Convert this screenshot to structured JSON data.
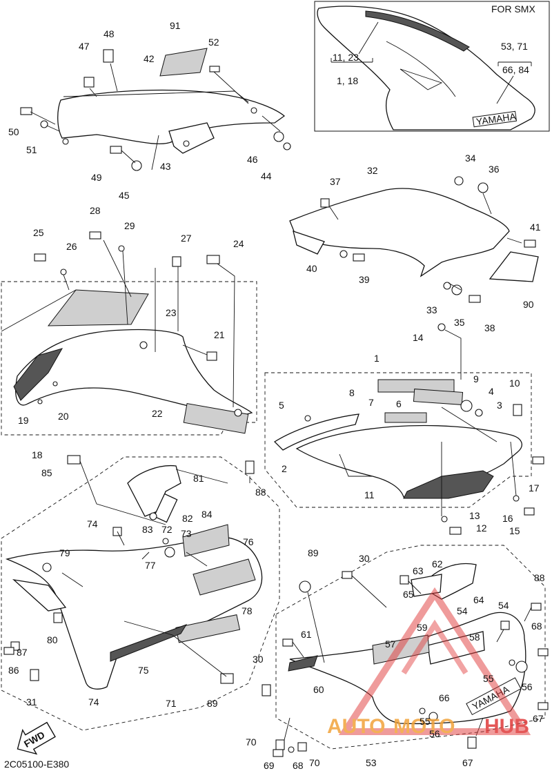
{
  "inset": {
    "title": "FOR SMX",
    "brand": "YAMAHA"
  },
  "drawing_code": "2C05100-E380",
  "fwd_label": "FWD",
  "watermark": {
    "text_auto": "AUTO",
    "text_moto": "MOTO",
    "text_hub": "HUB",
    "color_orange": "#f2a33a",
    "color_red": "#e03a3a"
  },
  "callouts": [
    {
      "id": "c-91",
      "text": "91"
    },
    {
      "id": "c-48",
      "text": "48"
    },
    {
      "id": "c-47",
      "text": "47"
    },
    {
      "id": "c-52",
      "text": "52"
    },
    {
      "id": "c-42",
      "text": "42"
    },
    {
      "id": "c-50",
      "text": "50"
    },
    {
      "id": "c-51",
      "text": "51"
    },
    {
      "id": "c-49",
      "text": "49"
    },
    {
      "id": "c-45",
      "text": "45"
    },
    {
      "id": "c-43",
      "text": "43"
    },
    {
      "id": "c-46",
      "text": "46"
    },
    {
      "id": "c-44",
      "text": "44"
    },
    {
      "id": "c-11-23",
      "text": "11, 23"
    },
    {
      "id": "c-1-18",
      "text": "1, 18"
    },
    {
      "id": "c-53-71",
      "text": "53, 71"
    },
    {
      "id": "c-66-84",
      "text": "66, 84"
    },
    {
      "id": "c-34",
      "text": "34"
    },
    {
      "id": "c-36",
      "text": "36"
    },
    {
      "id": "c-37",
      "text": "37"
    },
    {
      "id": "c-32",
      "text": "32"
    },
    {
      "id": "c-41",
      "text": "41"
    },
    {
      "id": "c-40",
      "text": "40"
    },
    {
      "id": "c-39",
      "text": "39"
    },
    {
      "id": "c-90",
      "text": "90"
    },
    {
      "id": "c-33",
      "text": "33"
    },
    {
      "id": "c-35",
      "text": "35"
    },
    {
      "id": "c-38",
      "text": "38"
    },
    {
      "id": "c-28",
      "text": "28"
    },
    {
      "id": "c-29",
      "text": "29"
    },
    {
      "id": "c-25",
      "text": "25"
    },
    {
      "id": "c-26",
      "text": "26"
    },
    {
      "id": "c-27",
      "text": "27"
    },
    {
      "id": "c-24",
      "text": "24"
    },
    {
      "id": "c-23",
      "text": "23"
    },
    {
      "id": "c-21",
      "text": "21"
    },
    {
      "id": "c-19",
      "text": "19"
    },
    {
      "id": "c-20",
      "text": "20"
    },
    {
      "id": "c-22",
      "text": "22"
    },
    {
      "id": "c-18",
      "text": "18"
    },
    {
      "id": "c-14",
      "text": "14"
    },
    {
      "id": "c-1",
      "text": "1"
    },
    {
      "id": "c-9",
      "text": "9"
    },
    {
      "id": "c-10",
      "text": "10"
    },
    {
      "id": "c-8",
      "text": "8"
    },
    {
      "id": "c-4",
      "text": "4"
    },
    {
      "id": "c-3",
      "text": "3"
    },
    {
      "id": "c-7",
      "text": "7"
    },
    {
      "id": "c-6",
      "text": "6"
    },
    {
      "id": "c-5",
      "text": "5"
    },
    {
      "id": "c-2",
      "text": "2"
    },
    {
      "id": "c-17",
      "text": "17"
    },
    {
      "id": "c-11",
      "text": "11"
    },
    {
      "id": "c-13",
      "text": "13"
    },
    {
      "id": "c-12",
      "text": "12"
    },
    {
      "id": "c-16",
      "text": "16"
    },
    {
      "id": "c-15",
      "text": "15"
    },
    {
      "id": "c-85",
      "text": "85"
    },
    {
      "id": "c-81",
      "text": "81"
    },
    {
      "id": "c-88a",
      "text": "88"
    },
    {
      "id": "c-82",
      "text": "82"
    },
    {
      "id": "c-83",
      "text": "83"
    },
    {
      "id": "c-72",
      "text": "72"
    },
    {
      "id": "c-73",
      "text": "73"
    },
    {
      "id": "c-84",
      "text": "84"
    },
    {
      "id": "c-74a",
      "text": "74"
    },
    {
      "id": "c-79",
      "text": "79"
    },
    {
      "id": "c-77",
      "text": "77"
    },
    {
      "id": "c-76",
      "text": "76"
    },
    {
      "id": "c-78",
      "text": "78"
    },
    {
      "id": "c-80",
      "text": "80"
    },
    {
      "id": "c-87",
      "text": "87"
    },
    {
      "id": "c-86",
      "text": "86"
    },
    {
      "id": "c-75",
      "text": "75"
    },
    {
      "id": "c-31",
      "text": "31"
    },
    {
      "id": "c-74b",
      "text": "74"
    },
    {
      "id": "c-71",
      "text": "71"
    },
    {
      "id": "c-89a",
      "text": "89"
    },
    {
      "id": "c-89b",
      "text": "89"
    },
    {
      "id": "c-30a",
      "text": "30"
    },
    {
      "id": "c-63",
      "text": "63"
    },
    {
      "id": "c-62",
      "text": "62"
    },
    {
      "id": "c-65",
      "text": "65"
    },
    {
      "id": "c-64",
      "text": "64"
    },
    {
      "id": "c-88b",
      "text": "88"
    },
    {
      "id": "c-54a",
      "text": "54"
    },
    {
      "id": "c-54b",
      "text": "54"
    },
    {
      "id": "c-68a",
      "text": "68"
    },
    {
      "id": "c-59",
      "text": "59"
    },
    {
      "id": "c-61",
      "text": "61"
    },
    {
      "id": "c-57",
      "text": "57"
    },
    {
      "id": "c-58",
      "text": "58"
    },
    {
      "id": "c-30b",
      "text": "30"
    },
    {
      "id": "c-60",
      "text": "60"
    },
    {
      "id": "c-55a",
      "text": "55"
    },
    {
      "id": "c-56a",
      "text": "56"
    },
    {
      "id": "c-66",
      "text": "66"
    },
    {
      "id": "c-55b",
      "text": "55"
    },
    {
      "id": "c-56b",
      "text": "56"
    },
    {
      "id": "c-67a",
      "text": "67"
    },
    {
      "id": "c-70a",
      "text": "70"
    },
    {
      "id": "c-69",
      "text": "69"
    },
    {
      "id": "c-68b",
      "text": "68"
    },
    {
      "id": "c-70b",
      "text": "70"
    },
    {
      "id": "c-53",
      "text": "53"
    },
    {
      "id": "c-67b",
      "text": "67"
    }
  ]
}
